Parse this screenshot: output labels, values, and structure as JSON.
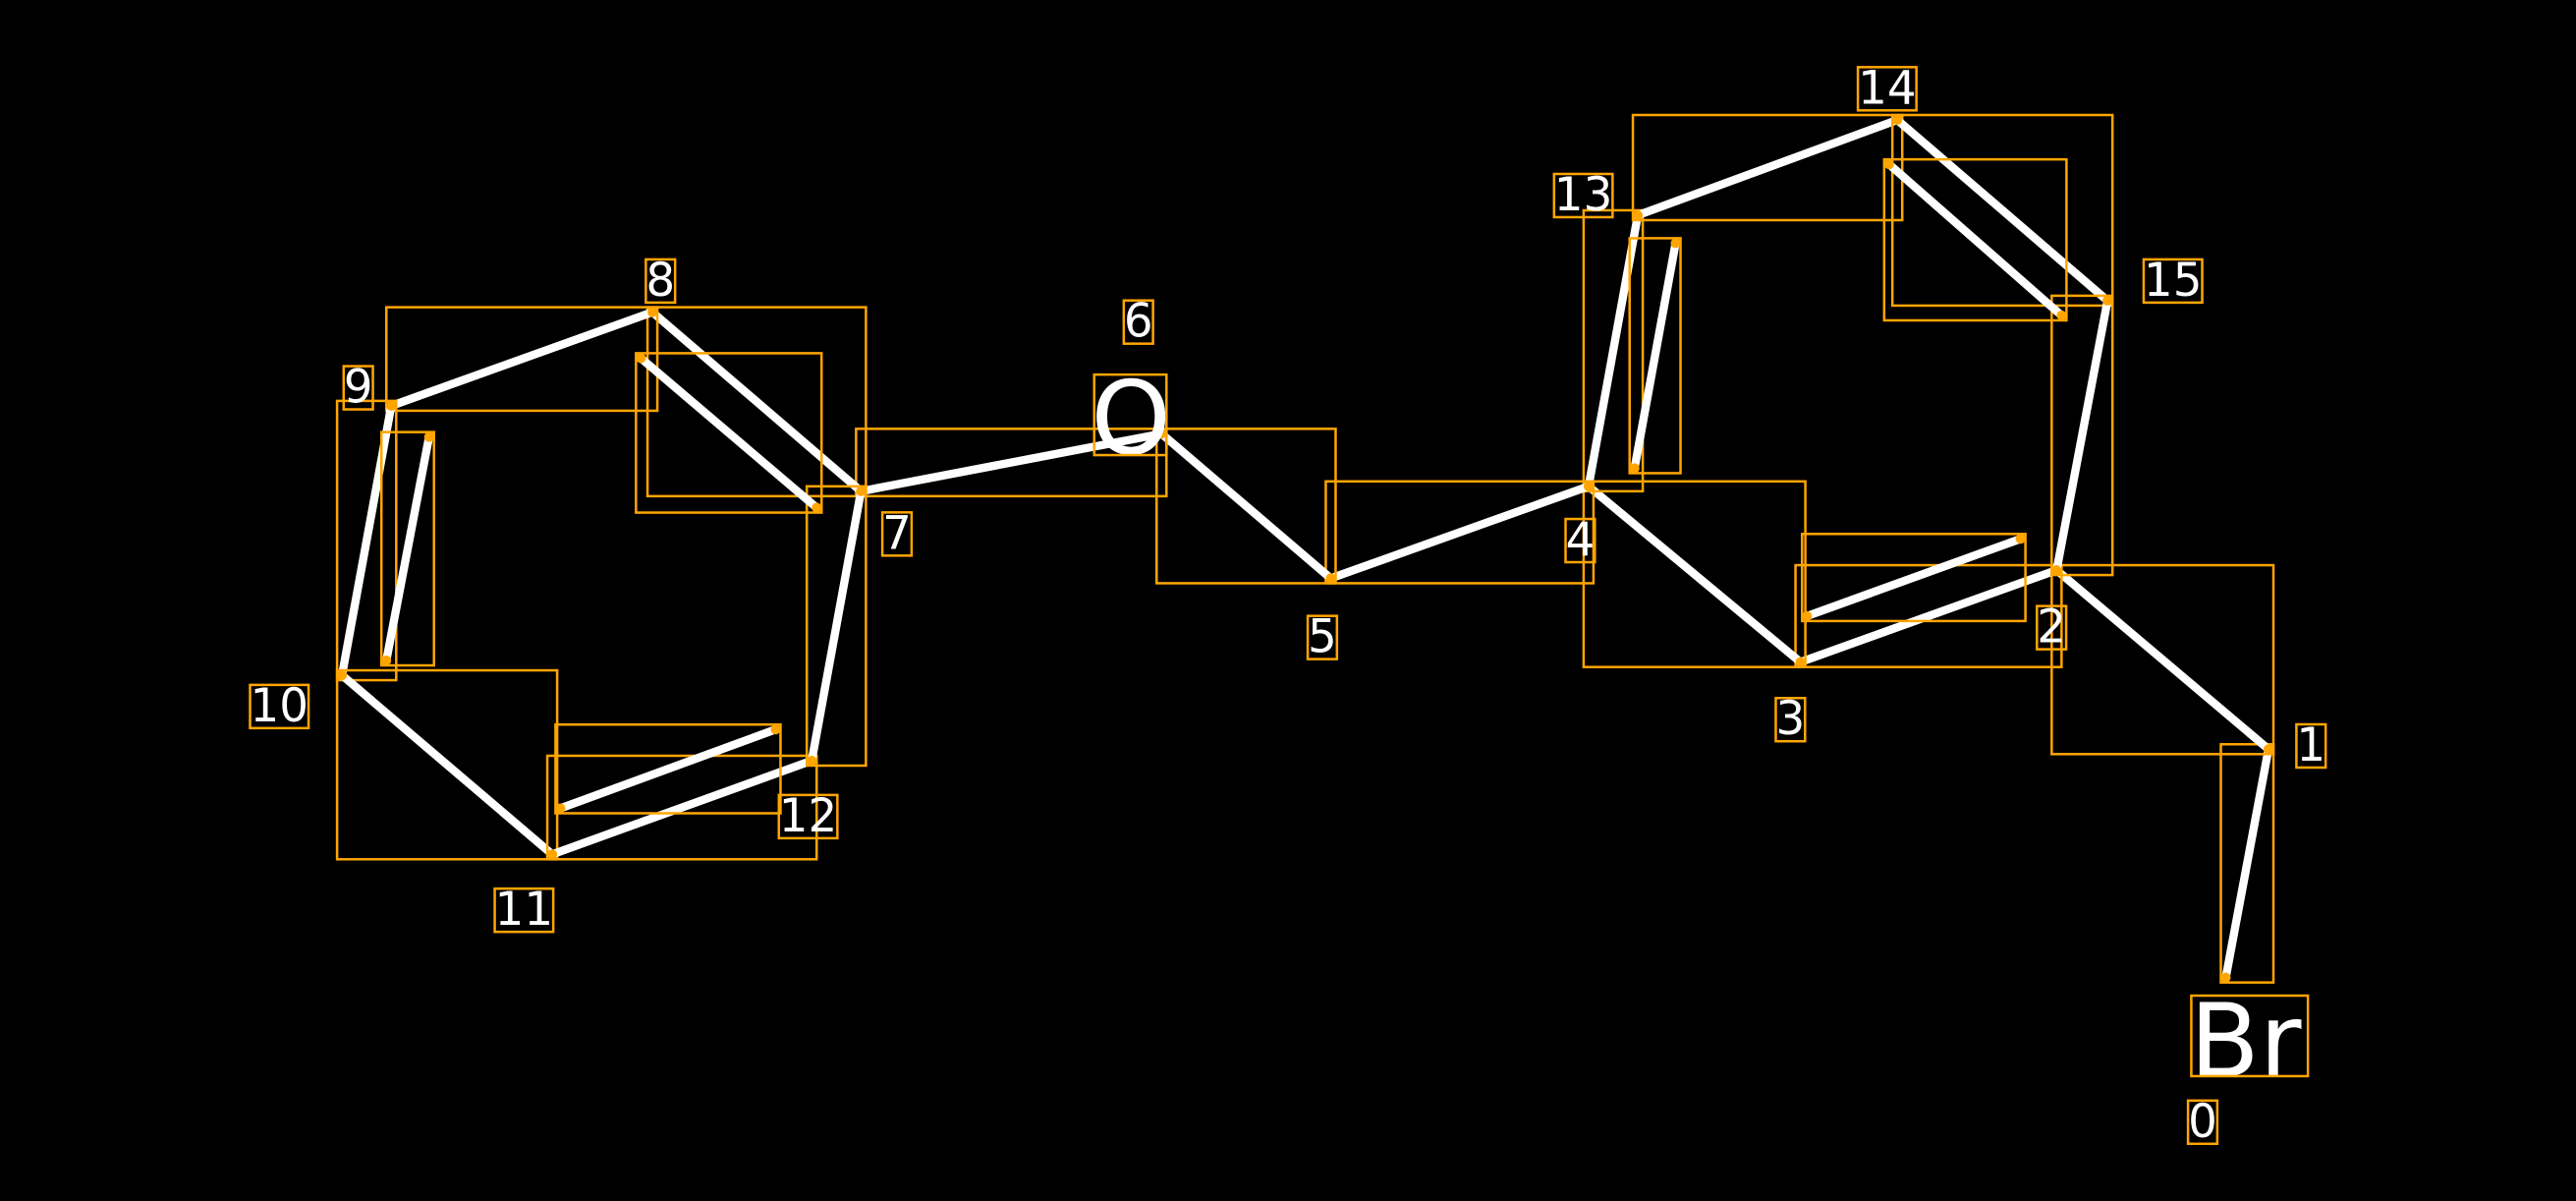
{
  "diagram": {
    "type": "molecule-annotation",
    "atoms": [
      {
        "index": "0",
        "element": "Br"
      },
      {
        "index": "1",
        "element": "C"
      },
      {
        "index": "2",
        "element": "C"
      },
      {
        "index": "3",
        "element": "C"
      },
      {
        "index": "4",
        "element": "C"
      },
      {
        "index": "5",
        "element": "C"
      },
      {
        "index": "6",
        "element": "O"
      },
      {
        "index": "7",
        "element": "C"
      },
      {
        "index": "8",
        "element": "C"
      },
      {
        "index": "9",
        "element": "C"
      },
      {
        "index": "10",
        "element": "C"
      },
      {
        "index": "11",
        "element": "C"
      },
      {
        "index": "12",
        "element": "C"
      },
      {
        "index": "13",
        "element": "C"
      },
      {
        "index": "14",
        "element": "C"
      },
      {
        "index": "15",
        "element": "C"
      }
    ],
    "colors": {
      "background": "#000000",
      "bond": "#FFFFFF",
      "box": "#FFA500"
    }
  }
}
